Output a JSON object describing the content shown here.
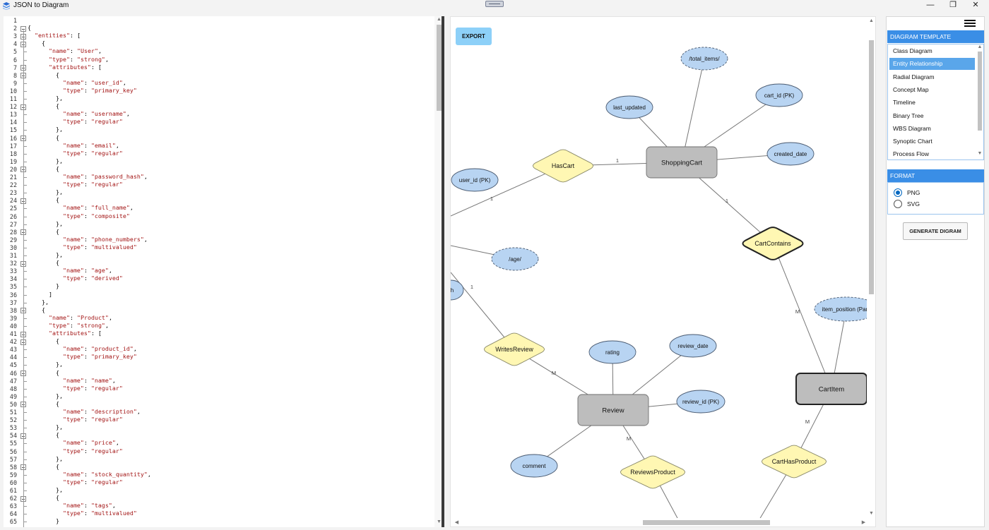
{
  "window": {
    "title": "JSON to Diagram",
    "controls": {
      "minimize": "—",
      "maximize": "❐",
      "close": "✕"
    }
  },
  "editor": {
    "lines": [
      [],
      [
        {
          "t": "{"
        }
      ],
      [
        {
          "t": "  "
        },
        {
          "s": "\"entities\""
        },
        {
          "t": ": ["
        }
      ],
      [
        {
          "t": "    {"
        }
      ],
      [
        {
          "t": "      "
        },
        {
          "s": "\"name\""
        },
        {
          "t": ": "
        },
        {
          "s": "\"User\""
        },
        {
          "t": ","
        }
      ],
      [
        {
          "t": "      "
        },
        {
          "s": "\"type\""
        },
        {
          "t": ": "
        },
        {
          "s": "\"strong\""
        },
        {
          "t": ","
        }
      ],
      [
        {
          "t": "      "
        },
        {
          "s": "\"attributes\""
        },
        {
          "t": ": ["
        }
      ],
      [
        {
          "t": "        {"
        }
      ],
      [
        {
          "t": "          "
        },
        {
          "s": "\"name\""
        },
        {
          "t": ": "
        },
        {
          "s": "\"user_id\""
        },
        {
          "t": ","
        }
      ],
      [
        {
          "t": "          "
        },
        {
          "s": "\"type\""
        },
        {
          "t": ": "
        },
        {
          "s": "\"primary_key\""
        }
      ],
      [
        {
          "t": "        },"
        }
      ],
      [
        {
          "t": "        {"
        }
      ],
      [
        {
          "t": "          "
        },
        {
          "s": "\"name\""
        },
        {
          "t": ": "
        },
        {
          "s": "\"username\""
        },
        {
          "t": ","
        }
      ],
      [
        {
          "t": "          "
        },
        {
          "s": "\"type\""
        },
        {
          "t": ": "
        },
        {
          "s": "\"regular\""
        }
      ],
      [
        {
          "t": "        },"
        }
      ],
      [
        {
          "t": "        {"
        }
      ],
      [
        {
          "t": "          "
        },
        {
          "s": "\"name\""
        },
        {
          "t": ": "
        },
        {
          "s": "\"email\""
        },
        {
          "t": ","
        }
      ],
      [
        {
          "t": "          "
        },
        {
          "s": "\"type\""
        },
        {
          "t": ": "
        },
        {
          "s": "\"regular\""
        }
      ],
      [
        {
          "t": "        },"
        }
      ],
      [
        {
          "t": "        {"
        }
      ],
      [
        {
          "t": "          "
        },
        {
          "s": "\"name\""
        },
        {
          "t": ": "
        },
        {
          "s": "\"password_hash\""
        },
        {
          "t": ","
        }
      ],
      [
        {
          "t": "          "
        },
        {
          "s": "\"type\""
        },
        {
          "t": ": "
        },
        {
          "s": "\"regular\""
        }
      ],
      [
        {
          "t": "        },"
        }
      ],
      [
        {
          "t": "        {"
        }
      ],
      [
        {
          "t": "          "
        },
        {
          "s": "\"name\""
        },
        {
          "t": ": "
        },
        {
          "s": "\"full_name\""
        },
        {
          "t": ","
        }
      ],
      [
        {
          "t": "          "
        },
        {
          "s": "\"type\""
        },
        {
          "t": ": "
        },
        {
          "s": "\"composite\""
        }
      ],
      [
        {
          "t": "        },"
        }
      ],
      [
        {
          "t": "        {"
        }
      ],
      [
        {
          "t": "          "
        },
        {
          "s": "\"name\""
        },
        {
          "t": ": "
        },
        {
          "s": "\"phone_numbers\""
        },
        {
          "t": ","
        }
      ],
      [
        {
          "t": "          "
        },
        {
          "s": "\"type\""
        },
        {
          "t": ": "
        },
        {
          "s": "\"multivalued\""
        }
      ],
      [
        {
          "t": "        },"
        }
      ],
      [
        {
          "t": "        {"
        }
      ],
      [
        {
          "t": "          "
        },
        {
          "s": "\"name\""
        },
        {
          "t": ": "
        },
        {
          "s": "\"age\""
        },
        {
          "t": ","
        }
      ],
      [
        {
          "t": "          "
        },
        {
          "s": "\"type\""
        },
        {
          "t": ": "
        },
        {
          "s": "\"derived\""
        }
      ],
      [
        {
          "t": "        }"
        }
      ],
      [
        {
          "t": "      ]"
        }
      ],
      [
        {
          "t": "    },"
        }
      ],
      [
        {
          "t": "    {"
        }
      ],
      [
        {
          "t": "      "
        },
        {
          "s": "\"name\""
        },
        {
          "t": ": "
        },
        {
          "s": "\"Product\""
        },
        {
          "t": ","
        }
      ],
      [
        {
          "t": "      "
        },
        {
          "s": "\"type\""
        },
        {
          "t": ": "
        },
        {
          "s": "\"strong\""
        },
        {
          "t": ","
        }
      ],
      [
        {
          "t": "      "
        },
        {
          "s": "\"attributes\""
        },
        {
          "t": ": ["
        }
      ],
      [
        {
          "t": "        {"
        }
      ],
      [
        {
          "t": "          "
        },
        {
          "s": "\"name\""
        },
        {
          "t": ": "
        },
        {
          "s": "\"product_id\""
        },
        {
          "t": ","
        }
      ],
      [
        {
          "t": "          "
        },
        {
          "s": "\"type\""
        },
        {
          "t": ": "
        },
        {
          "s": "\"primary_key\""
        }
      ],
      [
        {
          "t": "        },"
        }
      ],
      [
        {
          "t": "        {"
        }
      ],
      [
        {
          "t": "          "
        },
        {
          "s": "\"name\""
        },
        {
          "t": ": "
        },
        {
          "s": "\"name\""
        },
        {
          "t": ","
        }
      ],
      [
        {
          "t": "          "
        },
        {
          "s": "\"type\""
        },
        {
          "t": ": "
        },
        {
          "s": "\"regular\""
        }
      ],
      [
        {
          "t": "        },"
        }
      ],
      [
        {
          "t": "        {"
        }
      ],
      [
        {
          "t": "          "
        },
        {
          "s": "\"name\""
        },
        {
          "t": ": "
        },
        {
          "s": "\"description\""
        },
        {
          "t": ","
        }
      ],
      [
        {
          "t": "          "
        },
        {
          "s": "\"type\""
        },
        {
          "t": ": "
        },
        {
          "s": "\"regular\""
        }
      ],
      [
        {
          "t": "        },"
        }
      ],
      [
        {
          "t": "        {"
        }
      ],
      [
        {
          "t": "          "
        },
        {
          "s": "\"name\""
        },
        {
          "t": ": "
        },
        {
          "s": "\"price\""
        },
        {
          "t": ","
        }
      ],
      [
        {
          "t": "          "
        },
        {
          "s": "\"type\""
        },
        {
          "t": ": "
        },
        {
          "s": "\"regular\""
        }
      ],
      [
        {
          "t": "        },"
        }
      ],
      [
        {
          "t": "        {"
        }
      ],
      [
        {
          "t": "          "
        },
        {
          "s": "\"name\""
        },
        {
          "t": ": "
        },
        {
          "s": "\"stock_quantity\""
        },
        {
          "t": ","
        }
      ],
      [
        {
          "t": "          "
        },
        {
          "s": "\"type\""
        },
        {
          "t": ": "
        },
        {
          "s": "\"regular\""
        }
      ],
      [
        {
          "t": "        },"
        }
      ],
      [
        {
          "t": "        {"
        }
      ],
      [
        {
          "t": "          "
        },
        {
          "s": "\"name\""
        },
        {
          "t": ": "
        },
        {
          "s": "\"tags\""
        },
        {
          "t": ","
        }
      ],
      [
        {
          "t": "          "
        },
        {
          "s": "\"type\""
        },
        {
          "t": ": "
        },
        {
          "s": "\"multivalued\""
        }
      ],
      [
        {
          "t": "        }"
        }
      ]
    ],
    "fold_lines": [
      2,
      3,
      4,
      7,
      8,
      12,
      16,
      20,
      24,
      28,
      32,
      38,
      41,
      42,
      46,
      50,
      54,
      58,
      62
    ]
  },
  "diagram": {
    "export_label": "EXPORT",
    "entities": [
      {
        "id": "shoppingcart",
        "label": "ShoppingCart",
        "weak": false
      },
      {
        "id": "review",
        "label": "Review",
        "weak": false
      },
      {
        "id": "cartitem",
        "label": "CartItem",
        "weak": true
      }
    ],
    "relationships": [
      {
        "id": "hascart",
        "label": "HasCart",
        "identifying": false
      },
      {
        "id": "cartcontains",
        "label": "CartContains",
        "identifying": true
      },
      {
        "id": "writesreview",
        "label": "WritesReview",
        "identifying": false
      },
      {
        "id": "reviewsproduct",
        "label": "ReviewsProduct",
        "identifying": false
      },
      {
        "id": "carthasproduct",
        "label": "CartHasProduct",
        "identifying": false
      }
    ],
    "attributes": [
      {
        "id": "total_items",
        "label": "/total_items/",
        "kind": "derived"
      },
      {
        "id": "last_updated",
        "label": "last_updated",
        "kind": "regular"
      },
      {
        "id": "cart_id",
        "label": "cart_id (PK)",
        "kind": "key"
      },
      {
        "id": "created_date",
        "label": "created_date",
        "kind": "regular"
      },
      {
        "id": "user_id",
        "label": "user_id (PK)",
        "kind": "key"
      },
      {
        "id": "age",
        "label": "/age/",
        "kind": "derived"
      },
      {
        "id": "hash",
        "label": "sh",
        "kind": "regular"
      },
      {
        "id": "item_position",
        "label": "item_position (Parti",
        "kind": "partial"
      },
      {
        "id": "rating",
        "label": "rating",
        "kind": "regular"
      },
      {
        "id": "review_date",
        "label": "review_date",
        "kind": "regular"
      },
      {
        "id": "review_id",
        "label": "review_id (PK)",
        "kind": "key"
      },
      {
        "id": "comment",
        "label": "comment",
        "kind": "regular"
      }
    ],
    "cardinalities": [
      {
        "id": "c1",
        "label": "1"
      },
      {
        "id": "c2",
        "label": "1"
      },
      {
        "id": "c3",
        "label": "1"
      },
      {
        "id": "c4",
        "label": "M"
      },
      {
        "id": "c5",
        "label": "1"
      },
      {
        "id": "c6",
        "label": "M"
      },
      {
        "id": "c7",
        "label": "M"
      },
      {
        "id": "c8",
        "label": "M"
      }
    ],
    "colors": {
      "entity_fill": "#bdbdbd",
      "relationship_fill": "#fff7b3",
      "attribute_fill": "#b8d4f2",
      "line": "#777777"
    }
  },
  "panel": {
    "template_heading": "DIAGRAM TEMPLATE",
    "templates": [
      {
        "label": "Class Diagram",
        "selected": false
      },
      {
        "label": "Entity Relationship",
        "selected": true
      },
      {
        "label": "Radial Diagram",
        "selected": false
      },
      {
        "label": "Concept Map",
        "selected": false
      },
      {
        "label": "Timeline",
        "selected": false
      },
      {
        "label": "Binary Tree",
        "selected": false
      },
      {
        "label": "WBS Diagram",
        "selected": false
      },
      {
        "label": "Synoptic Chart",
        "selected": false
      },
      {
        "label": "Process Flow",
        "selected": false
      }
    ],
    "format_heading": "FORMAT",
    "formats": [
      {
        "label": "PNG",
        "selected": true
      },
      {
        "label": "SVG",
        "selected": false
      }
    ],
    "generate_label": "GENERATE DIGRAM",
    "accent_color": "#3a8ee6"
  }
}
